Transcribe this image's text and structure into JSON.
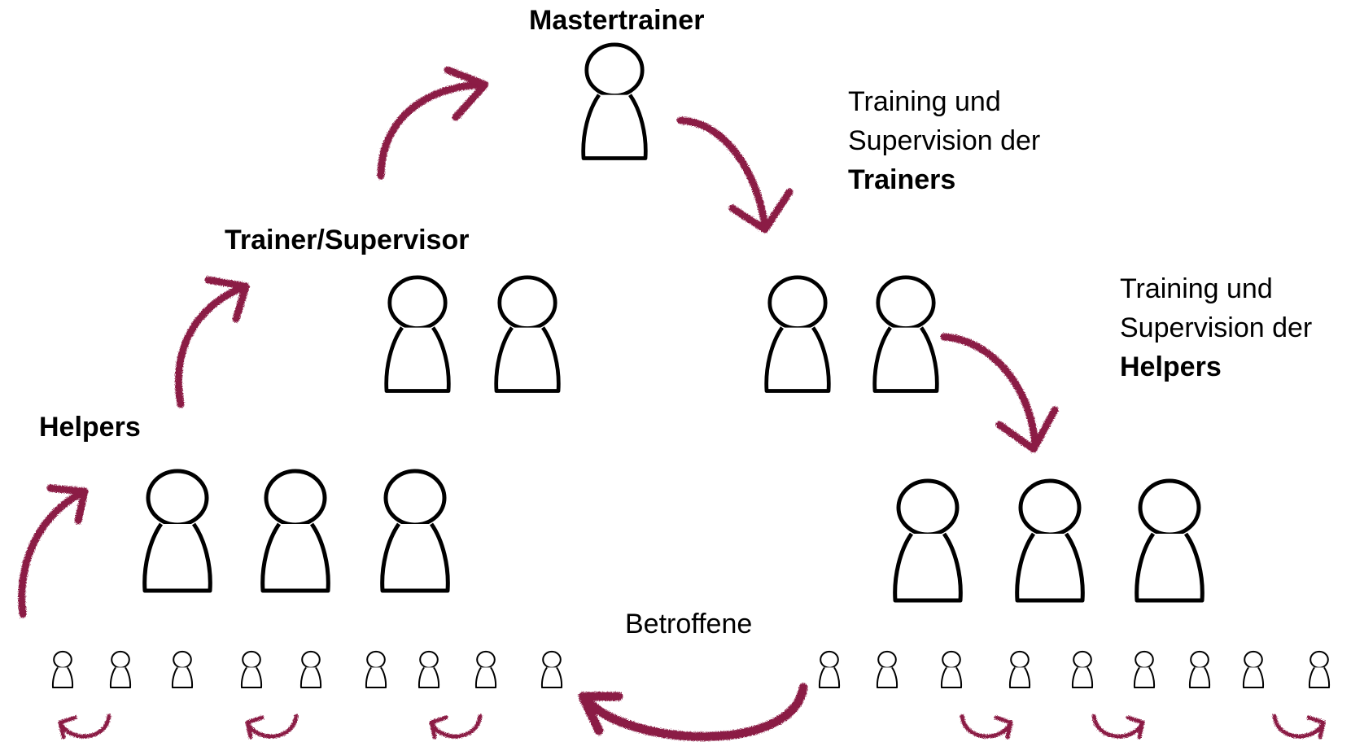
{
  "labels": {
    "mastertrainer": "Mastertrainer",
    "trainer_supervisor": "Trainer/Supervisor",
    "helpers": "Helpers",
    "betroffene": "Betroffene"
  },
  "note_trainers": {
    "line1": "Training und",
    "line2": "Supervision der",
    "emphasis": "Trainers"
  },
  "note_helpers": {
    "line1": "Training und",
    "line2": "Supervision der",
    "emphasis": "Helpers"
  },
  "colors": {
    "arrow": "#8b1a45",
    "figure_stroke": "#000000",
    "background": "#ffffff"
  },
  "counts": {
    "mastertrainer": 1,
    "trainers": 4,
    "helpers": 6,
    "betroffene": 18
  }
}
